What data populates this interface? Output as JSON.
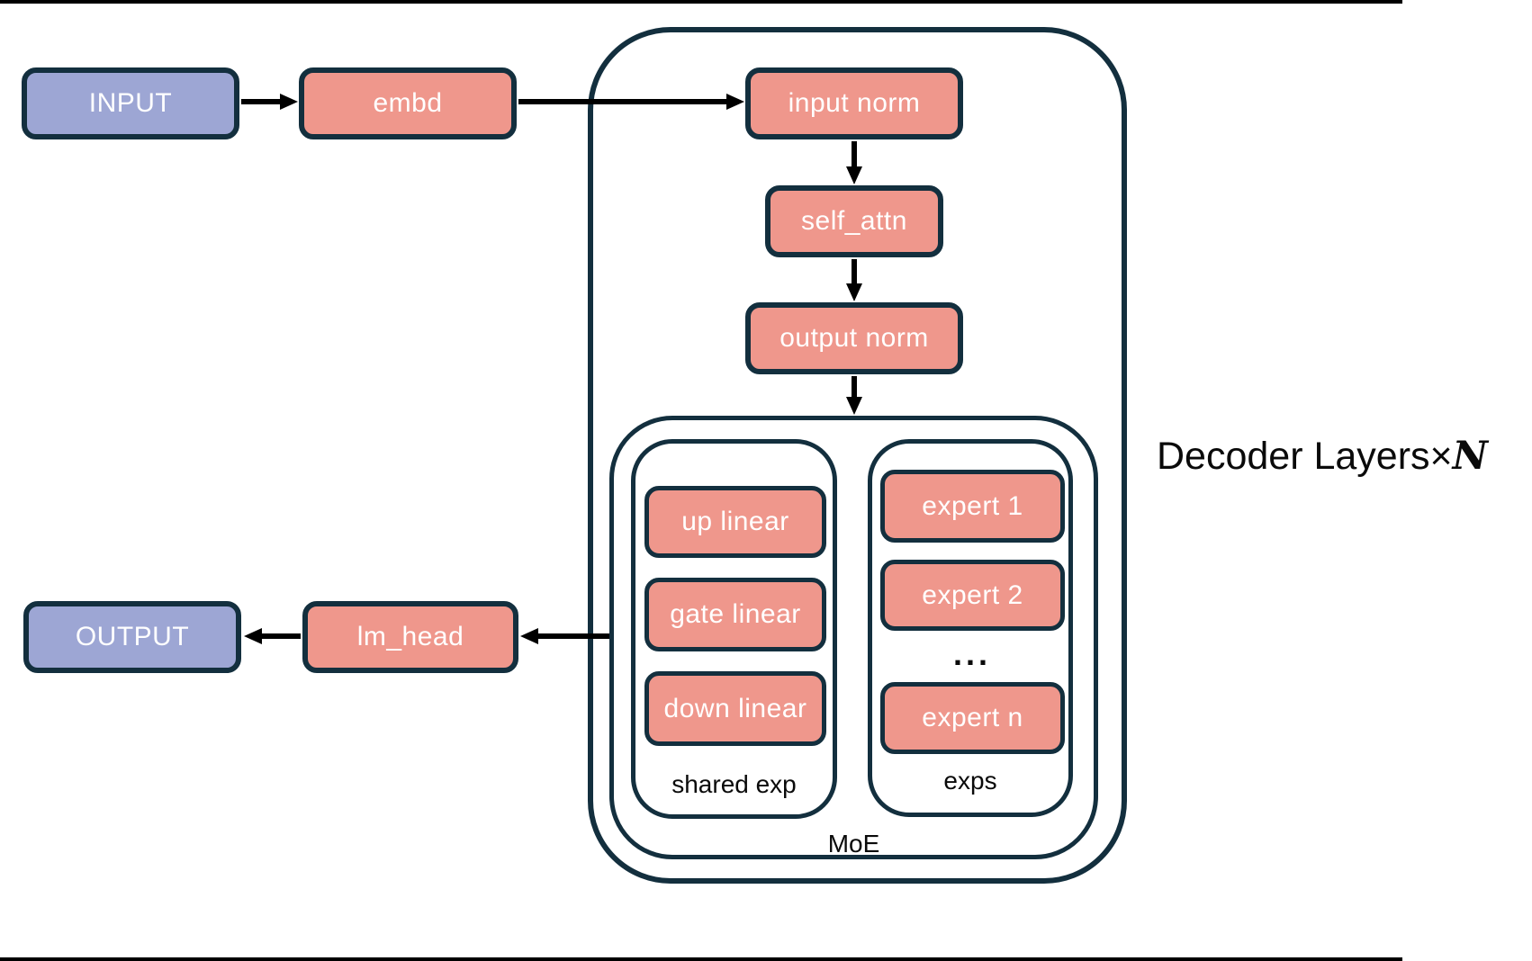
{
  "theme": {
    "canvas_bg": "#ffffff",
    "io_fill": "#9da6d4",
    "module_fill": "#ef978c",
    "border_dark": "#132f3e",
    "arrow_color": "#000000",
    "box_text": "#ffffff",
    "label_text": "#0a0a0a"
  },
  "nodes": {
    "input": "INPUT",
    "embd": "embd",
    "input_norm": "input norm",
    "self_attn": "self_attn",
    "output_norm": "output norm",
    "up_linear": "up linear",
    "gate_linear": "gate linear",
    "down_linear": "down linear",
    "expert_1": "expert 1",
    "expert_2": "expert 2",
    "experts_ellipsis": "...",
    "expert_n": "expert n",
    "lm_head": "lm_head",
    "output": "OUTPUT"
  },
  "groups": {
    "shared_exp": "shared exp",
    "exps": "exps",
    "moe": "MoE",
    "decoder_layers_prefix": "Decoder Layers×",
    "decoder_layers_n": "N"
  }
}
